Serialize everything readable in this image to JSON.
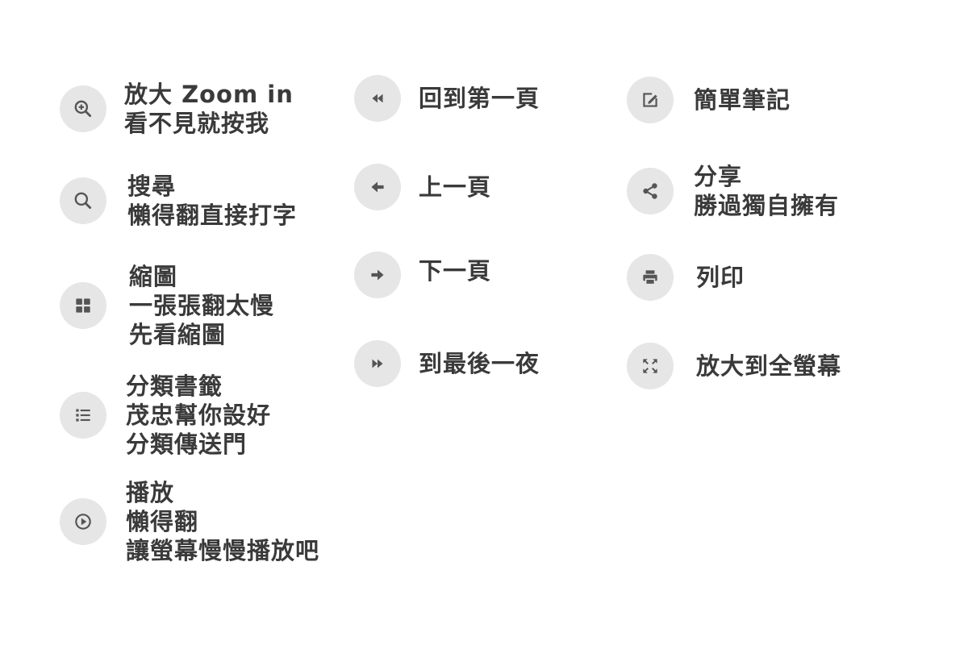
{
  "col1": [
    {
      "icon": "zoom-in-icon",
      "lines": [
        "放大 Zoom in",
        "看不見就按我"
      ]
    },
    {
      "icon": "search-icon",
      "lines": [
        "搜尋",
        "懶得翻直接打字"
      ]
    },
    {
      "icon": "thumbnails-icon",
      "lines": [
        "縮圖",
        "一張張翻太慢",
        "先看縮圖"
      ]
    },
    {
      "icon": "bookmarks-list-icon",
      "lines": [
        "分類書籤",
        "茂忠幫你設好",
        "分類傳送門"
      ]
    },
    {
      "icon": "play-icon",
      "lines": [
        "播放",
        "懶得翻",
        "讓螢幕慢慢播放吧"
      ]
    }
  ],
  "col2": [
    {
      "icon": "first-page-icon",
      "lines": [
        "回到第一頁"
      ]
    },
    {
      "icon": "previous-page-icon",
      "lines": [
        "上一頁"
      ]
    },
    {
      "icon": "next-page-icon",
      "lines": [
        "下一頁"
      ]
    },
    {
      "icon": "last-page-icon",
      "lines": [
        "到最後一夜"
      ]
    }
  ],
  "col3": [
    {
      "icon": "note-edit-icon",
      "lines": [
        "簡單筆記"
      ]
    },
    {
      "icon": "share-icon",
      "lines": [
        "分享",
        "勝過獨自擁有"
      ]
    },
    {
      "icon": "print-icon",
      "lines": [
        "列印"
      ]
    },
    {
      "icon": "fullscreen-icon",
      "lines": [
        "放大到全螢幕"
      ]
    }
  ],
  "colors": {
    "icon_bg": "#e6e6e6",
    "icon_fg": "#555555",
    "text": "#3a3a3a"
  }
}
